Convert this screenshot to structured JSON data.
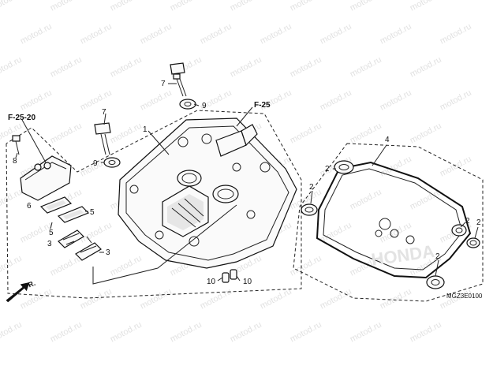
{
  "watermark": "motod.ru",
  "diagram_code": "MGZ3E0100",
  "direction_label": "FR.",
  "gasket_brand": "HONDA",
  "references": {
    "cover_ref": "F-25",
    "breather_ref": "F-25-20"
  },
  "callouts": {
    "cover": "1",
    "plug_seal_a": "2",
    "plug_seal_b": "2",
    "plug_seal_c": "2",
    "plug_seal_d": "2",
    "plug_seal_e": "2",
    "reed_a": "3",
    "reed_b": "3",
    "gasket": "4",
    "reed_gasket_a": "5",
    "reed_gasket_b": "5",
    "reed_cover": "6",
    "bolt_a": "7",
    "bolt_b": "7",
    "bolt_small": "8",
    "washer_a": "9",
    "washer_b": "9",
    "dowel_a": "10",
    "dowel_b": "10"
  }
}
